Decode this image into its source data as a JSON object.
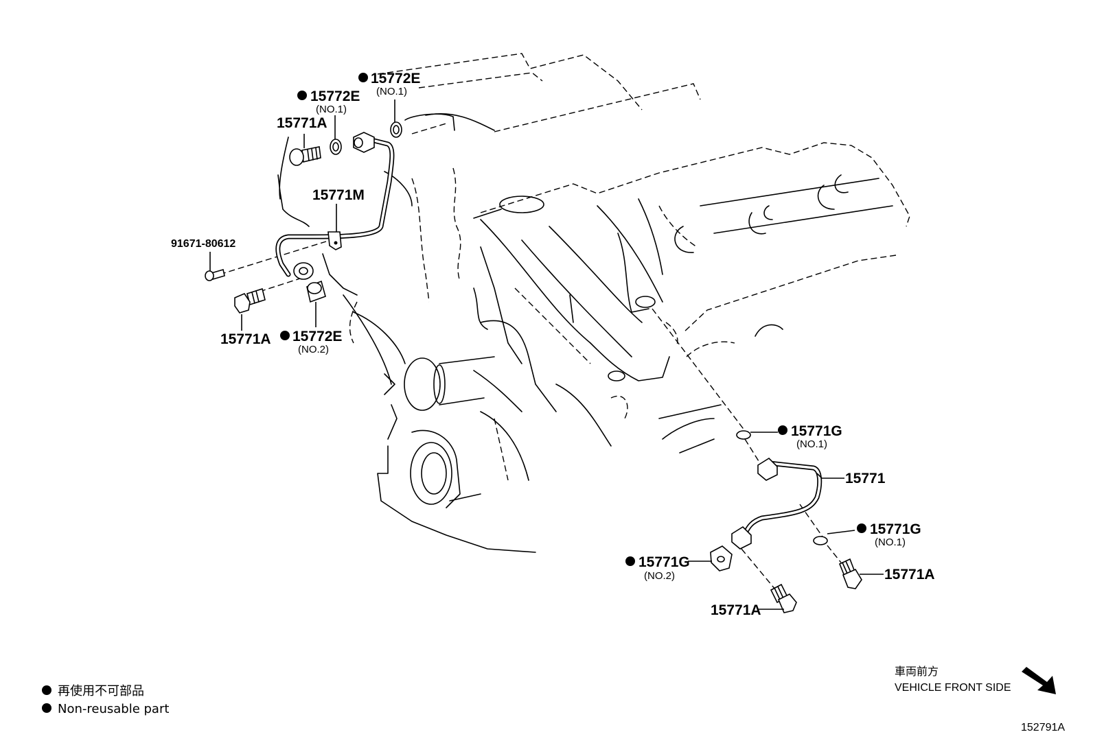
{
  "callouts": {
    "c1": {
      "num": "15772E",
      "sub": "(NO.1)"
    },
    "c2": {
      "num": "15772E",
      "sub": "(NO.1)"
    },
    "c3": {
      "num": "15771A"
    },
    "c4": {
      "num": "15771M"
    },
    "c5": {
      "num": "91671-80612"
    },
    "c6": {
      "num": "15771A"
    },
    "c7": {
      "num": "15772E",
      "sub": "(NO.2)"
    },
    "c8": {
      "num": "15771G",
      "sub": "(NO.1)"
    },
    "c9": {
      "num": "15771"
    },
    "c10": {
      "num": "15771G",
      "sub": "(NO.1)"
    },
    "c11": {
      "num": "15771G",
      "sub": "(NO.2)"
    },
    "c12": {
      "num": "15771A"
    },
    "c13": {
      "num": "15771A"
    }
  },
  "legend": {
    "line1": "再使用不可部品",
    "line2": "Non-reusable part"
  },
  "direction": {
    "jp": "車両前方",
    "en": "VEHICLE FRONT SIDE"
  },
  "figure_id": "152791A",
  "icons": {
    "non_reusable": "filled-circle-icon",
    "direction": "arrow-down-right-icon"
  }
}
